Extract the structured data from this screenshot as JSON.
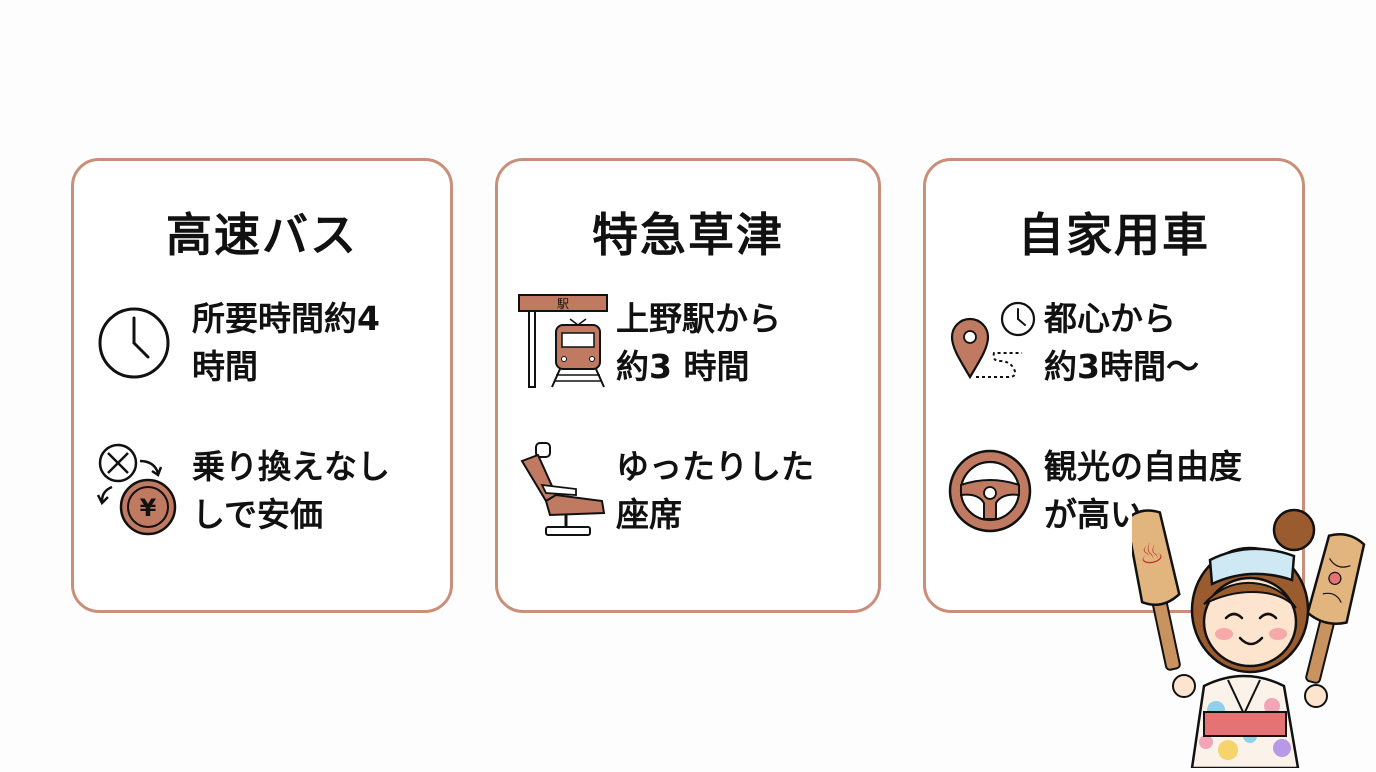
{
  "cards": [
    {
      "title": "高速バス",
      "features": [
        {
          "icon": "clock-icon",
          "text": "所要時間約4\n時間"
        },
        {
          "icon": "no-transfer-yen-coin-icon",
          "text": "乗り換えなし\nしで安価"
        }
      ]
    },
    {
      "title": "特急草津",
      "features": [
        {
          "icon": "station-train-icon",
          "sign": "駅",
          "text": "上野駅から\n約3 時間"
        },
        {
          "icon": "reclining-seat-icon",
          "text": "ゆったりした\n座席"
        }
      ]
    },
    {
      "title": "自家用車",
      "features": [
        {
          "icon": "map-pin-clock-icon",
          "text": "都心から\n約3時間〜"
        },
        {
          "icon": "steering-wheel-icon",
          "text": "観光の自由度\nが高い"
        }
      ]
    }
  ],
  "mascot": {
    "icon": "yukata-girl-mascot-icon",
    "paddle_symbol": "♨"
  },
  "colors": {
    "accent": "#c98f7b",
    "icon_fill": "#c07a62",
    "text": "#111111"
  }
}
